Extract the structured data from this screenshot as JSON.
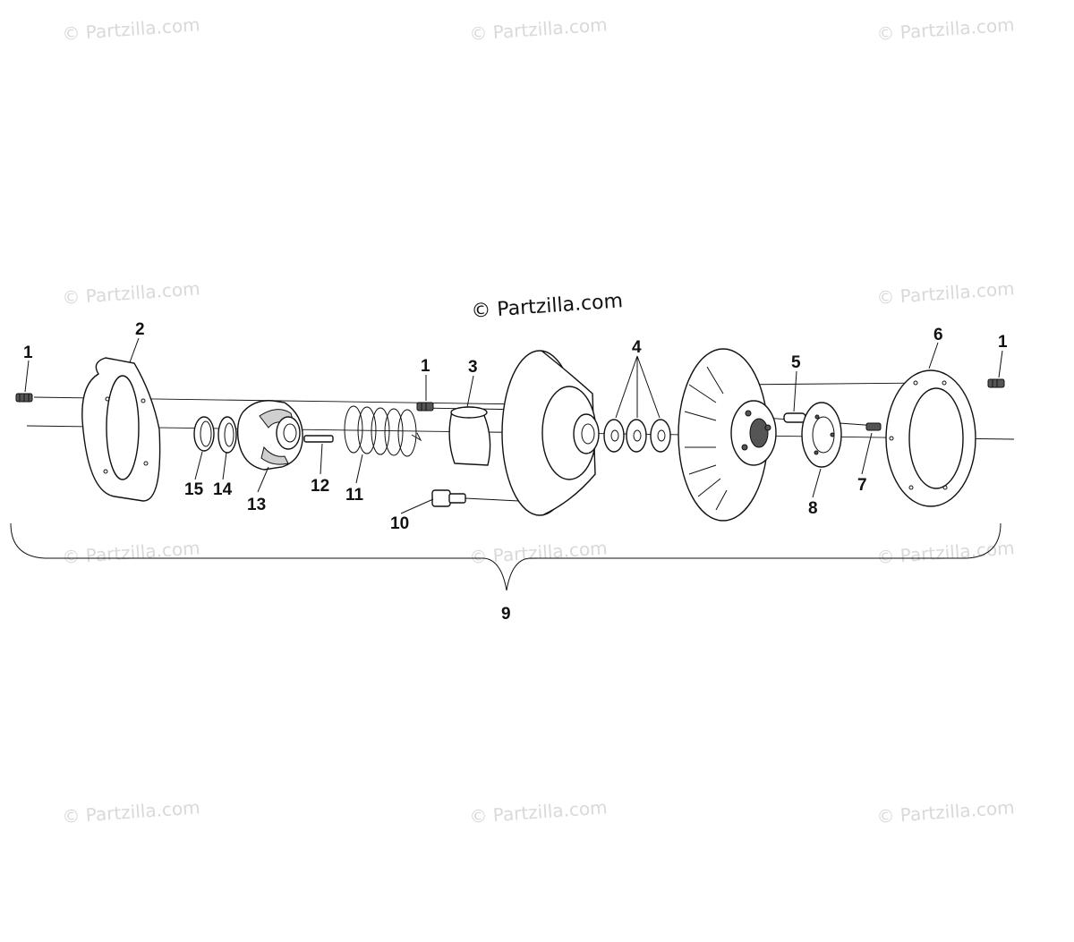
{
  "watermark": {
    "text": "© Partzilla.com",
    "center_text": "© Partzilla.com"
  },
  "callouts": {
    "c1_left": "1",
    "c2": "2",
    "c1_mid": "1",
    "c3": "3",
    "c4": "4",
    "c5": "5",
    "c6": "6",
    "c1_right": "1",
    "c7": "7",
    "c8": "8",
    "c9": "9",
    "c10": "10",
    "c11": "11",
    "c12": "12",
    "c13": "13",
    "c14": "14",
    "c15": "15"
  }
}
